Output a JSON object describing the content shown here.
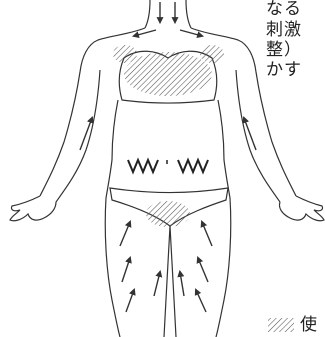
{
  "text_lines": [
    "なる",
    "刺激",
    "整）",
    "かす"
  ],
  "legend": {
    "label": "使"
  },
  "icons": {
    "hatch": "diagonal-hatch-swatch",
    "arrow": "arrow-icon",
    "zigzag": "zigzag-mark"
  },
  "colors": {
    "line": "#333333",
    "hatch": "#555555",
    "background": "#ffffff"
  }
}
